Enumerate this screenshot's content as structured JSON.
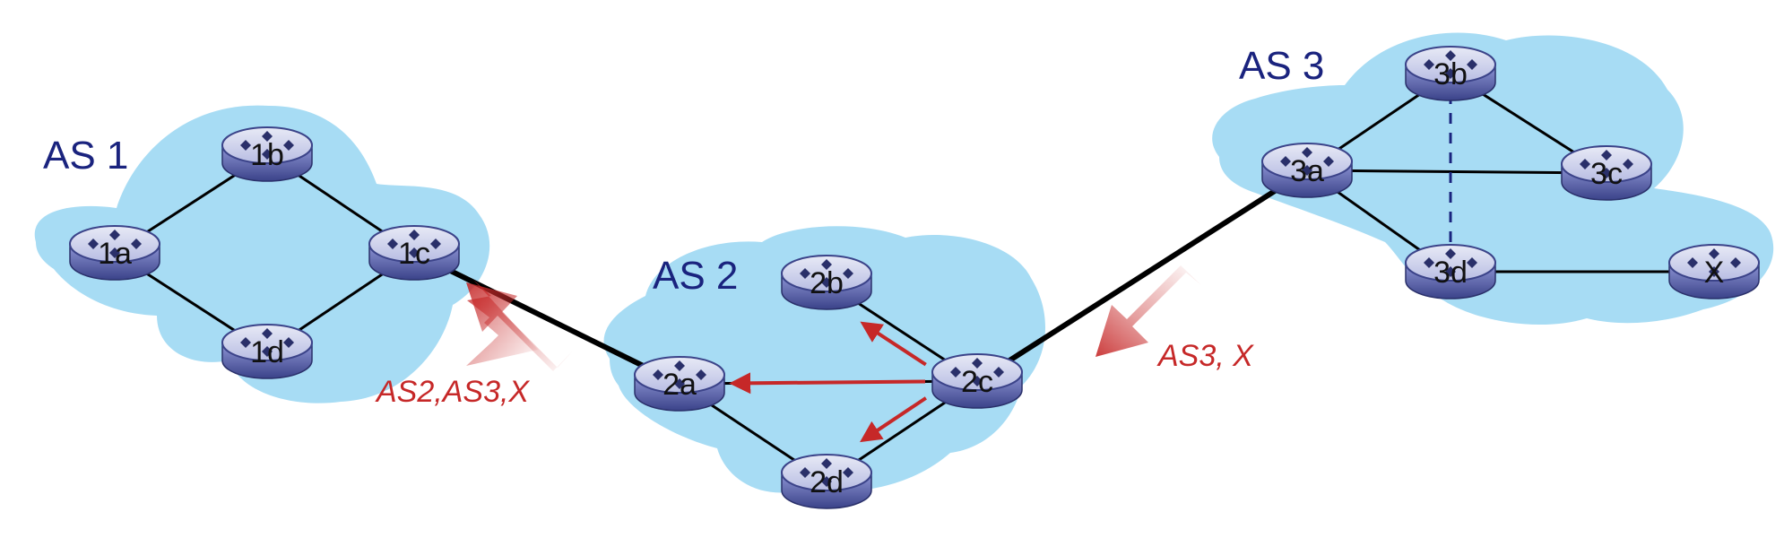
{
  "autonomous_systems": [
    {
      "id": "as1",
      "label": "AS 1"
    },
    {
      "id": "as2",
      "label": "AS 2"
    },
    {
      "id": "as3",
      "label": "AS 3"
    }
  ],
  "routers": [
    {
      "id": "1a",
      "label": "1a"
    },
    {
      "id": "1b",
      "label": "1b"
    },
    {
      "id": "1c",
      "label": "1c"
    },
    {
      "id": "1d",
      "label": "1d"
    },
    {
      "id": "2a",
      "label": "2a"
    },
    {
      "id": "2b",
      "label": "2b"
    },
    {
      "id": "2c",
      "label": "2c"
    },
    {
      "id": "2d",
      "label": "2d"
    },
    {
      "id": "3a",
      "label": "3a"
    },
    {
      "id": "3b",
      "label": "3b"
    },
    {
      "id": "3c",
      "label": "3c"
    },
    {
      "id": "3d",
      "label": "3d"
    },
    {
      "id": "x",
      "label": "X"
    }
  ],
  "links": {
    "intra": [
      [
        "1a",
        "1b"
      ],
      [
        "1a",
        "1d"
      ],
      [
        "1b",
        "1c"
      ],
      [
        "1d",
        "1c"
      ],
      [
        "2a",
        "2c"
      ],
      [
        "2a",
        "2d"
      ],
      [
        "2c",
        "2d"
      ],
      [
        "2b",
        "2c"
      ],
      [
        "3a",
        "3b"
      ],
      [
        "3a",
        "3c"
      ],
      [
        "3a",
        "3d"
      ],
      [
        "3b",
        "3c"
      ],
      [
        "3d",
        "x"
      ]
    ],
    "inter": [
      [
        "1c",
        "2a"
      ],
      [
        "2c",
        "3a"
      ]
    ],
    "dashed": [
      [
        "3b",
        "3d"
      ]
    ],
    "internal_propagation": [
      [
        "2c",
        "2b"
      ],
      [
        "2c",
        "2a"
      ],
      [
        "2c",
        "2d"
      ]
    ]
  },
  "advertisements": [
    {
      "id": "adv-to-as1",
      "text": "AS2,AS3,X"
    },
    {
      "id": "adv-to-as2",
      "text": "AS3, X"
    }
  ],
  "colors": {
    "cloud": "#a7dcf4",
    "as_label": "#1a237e",
    "advertisement": "#c62828",
    "router_body": "#6b72b5",
    "dashed_link": "#1a237e"
  }
}
